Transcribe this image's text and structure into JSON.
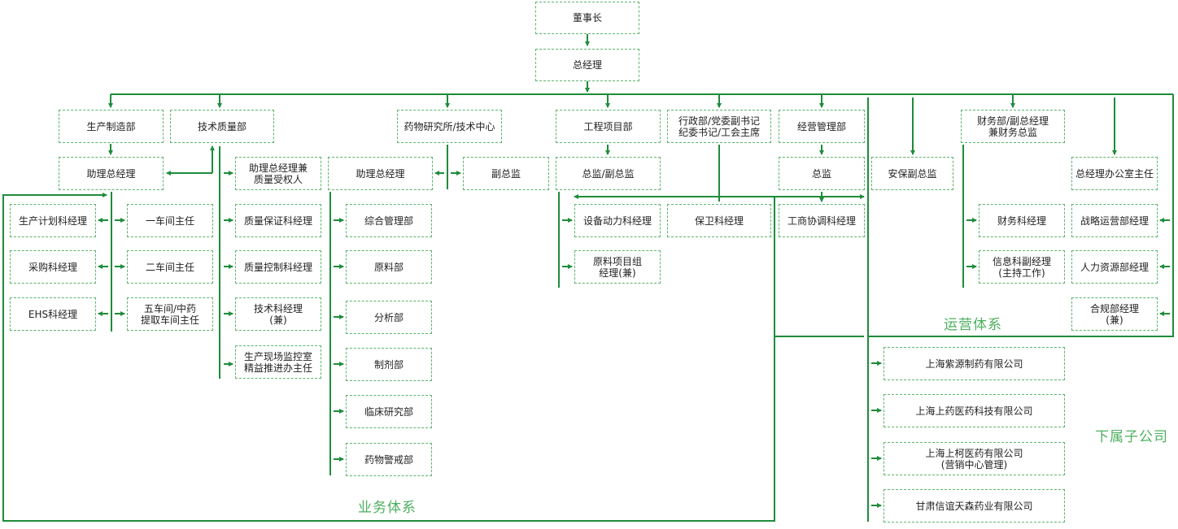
{
  "colors": {
    "line": "#1e8c3a",
    "box_border": "#5cb46e",
    "region_label": "#4caf5e",
    "text": "#222222"
  },
  "regions": {
    "business": "业务体系",
    "operations": "运营体系",
    "subsidiaries": "下属子公司"
  },
  "nodes": {
    "chairman": "董事长",
    "gm": "总经理",
    "production": "生产制造部",
    "tech_quality": "技术质量部",
    "pharma_research": "药物研究所/技术中心",
    "engineering": "工程项目部",
    "admin": "行政部/党委副书记\n纪委书记/工会主席",
    "operations_mgmt": "经营管理部",
    "finance": "财务部/副总经理\n兼财务总监",
    "prod_asst_gm": "助理总经理",
    "tq_asst_gm": "助理总经理兼\n质量受权人",
    "research_asst_gm": "助理总经理",
    "research_deputy": "副总监",
    "eng_director": "总监/副总监",
    "ops_director": "总监",
    "security_deputy": "安保副总监",
    "gm_office": "总经理办公室主任",
    "prod_plan": "生产计划科经理",
    "purchase": "采购科经理",
    "ehs": "EHS科经理",
    "workshop1": "一车间主任",
    "workshop2": "二车间主任",
    "workshop5": "五车间/中药\n提取车间主任",
    "qa": "质量保证科经理",
    "qc": "质量控制科经理",
    "tech_section": "技术科经理\n(兼)",
    "monitoring": "生产现场监控室\n精益推进办主任",
    "general_mgmt": "综合管理部",
    "raw_material": "原料部",
    "analysis": "分析部",
    "formulation": "制剂部",
    "clinical": "临床研究部",
    "pharmacovigilance": "药物警戒部",
    "equipment": "设备动力科经理",
    "guard": "保卫科经理",
    "raw_project": "原料项目组\n经理(兼)",
    "business_coord": "工商协调科经理",
    "finance_section": "财务科经理",
    "info_section": "信息科副经理\n(主持工作)",
    "strategy": "战略运营部经理",
    "hr": "人力资源部经理",
    "compliance": "合规部经理\n(兼)",
    "sub1": "上海紫源制药有限公司",
    "sub2": "上海上药医药科技有限公司",
    "sub3": "上海上柯医药有限公司\n(营销中心管理)",
    "sub4": "甘肃信谊天森药业有限公司"
  }
}
